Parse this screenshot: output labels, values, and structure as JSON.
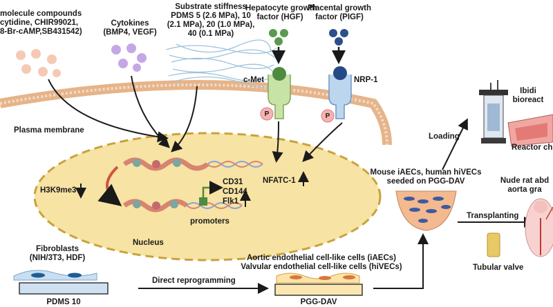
{
  "labels": {
    "small_molecules": [
      "molecule compounds",
      "cytidine, CHIR99021,",
      "8-Br-cAMP,SB431542)"
    ],
    "cytokines": [
      "Cytokines",
      "(BMP4, VEGF)"
    ],
    "stiffness": [
      "Substrate stiffness",
      "PDMS 5 (2.6 MPa), 10",
      "(2.1 MPa), 20 (1.0 MPa),",
      "40 (0.1 MPa)"
    ],
    "hgf": [
      "Hepatocyte growth",
      "factor (HGF)"
    ],
    "pigf": [
      "Placental growth",
      "factor (PIGF)"
    ],
    "cmet": "c-Met",
    "nrp1": "NRP-1",
    "p_label": "P",
    "plasma_membrane": "Plasma membrane",
    "nfatc1": "NFATC-1",
    "h3k9me3": "H3K9me3",
    "cd31": "CD31",
    "cd144": "CD144",
    "flk1": "Flk1",
    "promoters": "promoters",
    "nucleus": "Nucleus",
    "ibidi": [
      "Ibidi",
      "bioreact"
    ],
    "loading": "Loading",
    "reactor": "Reactor ch",
    "seeded": [
      "Mouse iAECs, human hiVECs",
      "seeded on PGG-DAV"
    ],
    "nude_rat": [
      "Nude rat abd",
      "aorta gra"
    ],
    "transplanting": "Transplanting",
    "tubular_valve": "Tubular valve",
    "fibroblasts": [
      "Fibroblasts",
      "(NIH/3T3, HDF)"
    ],
    "aortic": [
      "Aortic endothelial cell-like cells (iAECs)",
      "Valvular endothelial cell-like cells (hiVECs)"
    ],
    "direct_reprogramming": "Direct reprogramming",
    "pdms10": "PDMS 10",
    "pgg_dav": "PGG-DAV"
  }
}
